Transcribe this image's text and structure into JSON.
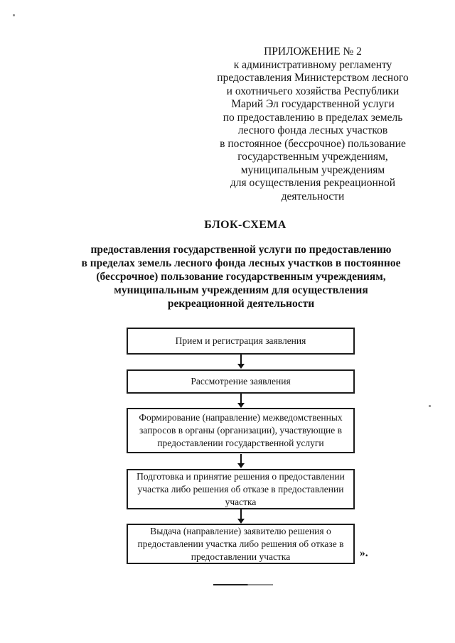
{
  "document": {
    "appendix": {
      "lines": [
        "ПРИЛОЖЕНИЕ № 2",
        "к административному регламенту",
        "предоставления Министерством лесного",
        "и охотничьего хозяйства Республики",
        "Марий Эл государственной услуги",
        "по предоставлению в пределах земель",
        "лесного фонда лесных участков",
        "в постоянное (бессрочное) пользование",
        "государственным учреждениям,",
        "муниципальным учреждениям",
        "для осуществления рекреационной",
        "деятельности"
      ]
    },
    "title": "БЛОК-СХЕМА",
    "subtitle": {
      "lines": [
        "предоставления государственной услуги по предоставлению",
        "в пределах земель лесного фонда лесных участков в постоянное",
        "(бессрочное) пользование государственным учреждениям,",
        "муниципальным учреждениям для осуществления",
        "рекреационной деятельности"
      ]
    },
    "flowchart": {
      "steps": [
        {
          "lines": [
            "Прием и регистрация заявления"
          ]
        },
        {
          "lines": [
            "Рассмотрение заявления"
          ]
        },
        {
          "lines": [
            "Формирование (направление) межведомственных",
            "запросов в органы (организации), участвующие в",
            "предоставлении государственной услуги"
          ]
        },
        {
          "lines": [
            "Подготовка и принятие решения о предоставлении",
            "участка либо решения об отказе в предоставлении",
            "участка"
          ]
        },
        {
          "lines": [
            "Выдача (направление) заявителю решения о",
            "предоставлении участка либо решения об отказе в",
            "предоставлении участка"
          ]
        }
      ]
    },
    "closing_mark": "».",
    "colors": {
      "ink": "#161616",
      "paper": "#ffffff"
    }
  }
}
